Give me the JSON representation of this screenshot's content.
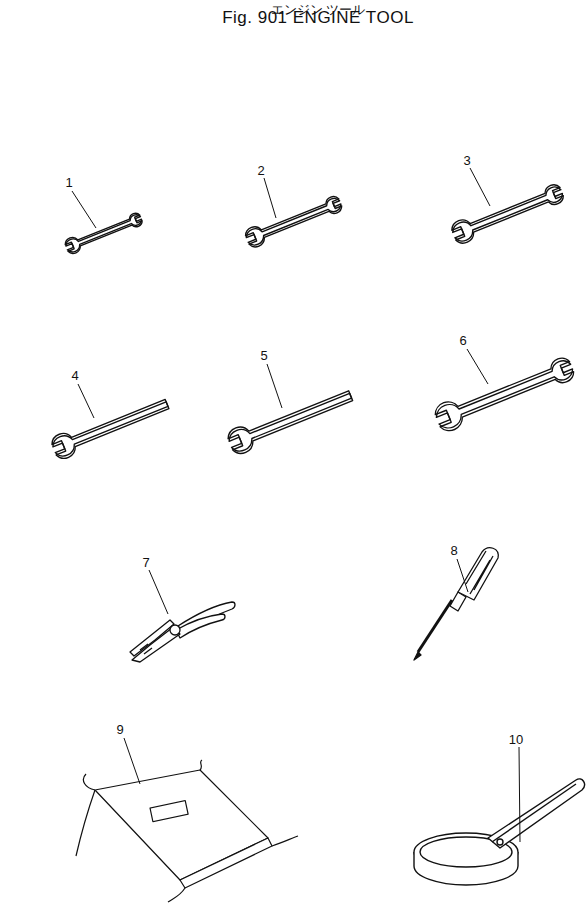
{
  "diagram": {
    "title": "Fig. 901 ENGINE TOOL",
    "labels": [
      "エンジン ツール",
      "1",
      "2",
      "3",
      "4",
      "5",
      "6",
      "7",
      "8",
      "9",
      "10"
    ]
  }
}
